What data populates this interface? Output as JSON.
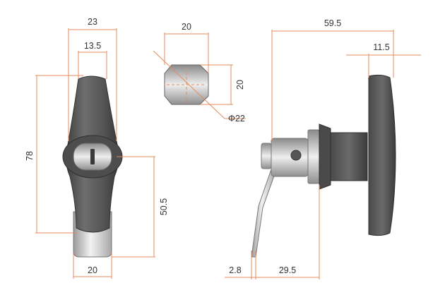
{
  "colors": {
    "dimension_line": "#e38b5e",
    "dimension_text": "#333333",
    "handle_dark": "#5a5a5a",
    "metal_light": "#d9d9d9",
    "background": "#ffffff"
  },
  "front_view": {
    "width_top": "23",
    "width_inner": "13.5",
    "height_total": "78",
    "height_lower": "50.5",
    "width_bottom": "20"
  },
  "cam_view": {
    "width": "20",
    "height": "20",
    "diameter": "Φ22"
  },
  "side_view": {
    "total_depth": "59.5",
    "handle_depth": "11.5",
    "cam_thickness": "2.8",
    "cam_offset": "29.5"
  }
}
